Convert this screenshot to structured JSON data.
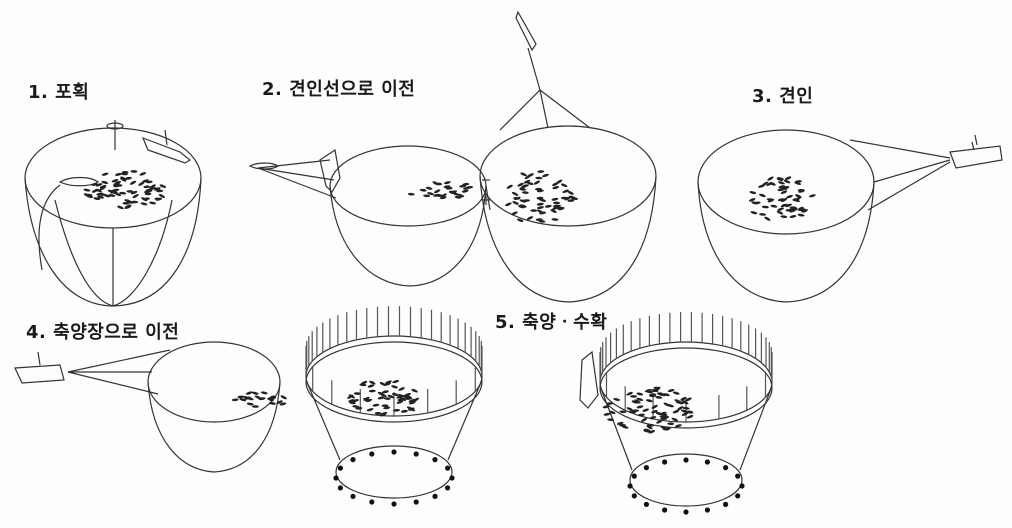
{
  "steps": [
    {
      "label": "1. 포획"
    },
    {
      "label": "2. 견인선으로 이전"
    },
    {
      "label": "3. 견인"
    },
    {
      "label": "4. 축양장으로 이전"
    },
    {
      "label": "5. 축양ㆍ수확"
    }
  ],
  "colors": {
    "line": "#333333",
    "fish": "#222222",
    "background": "#fdfdfd"
  },
  "icons": [
    "boat-icon",
    "net-cage",
    "fish-school",
    "crane-buoy",
    "sinker-weights"
  ]
}
